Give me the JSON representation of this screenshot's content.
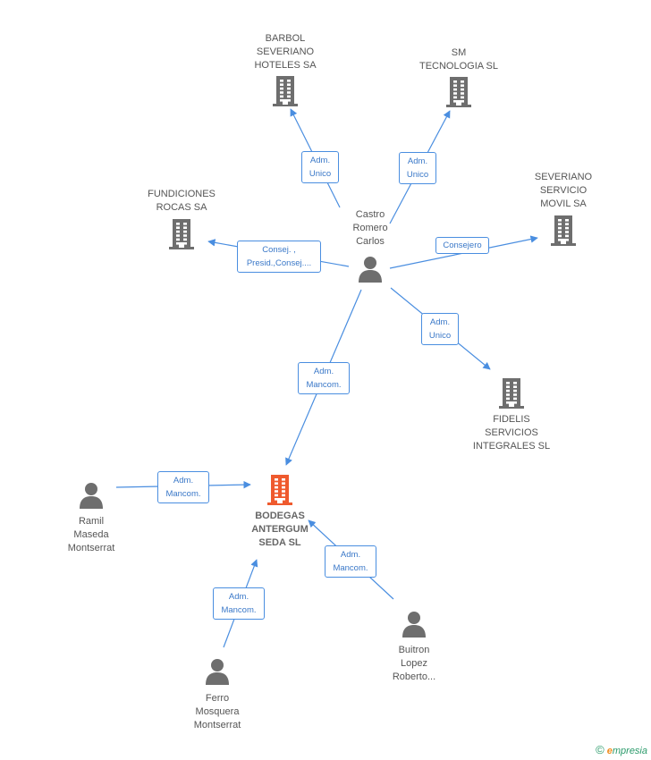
{
  "colors": {
    "edge": "#4a8ee0",
    "company": "#6e6e6e",
    "center": "#ef5a2e",
    "person": "#6e6e6e"
  },
  "nodes": [
    {
      "id": "barbol",
      "type": "company",
      "lines": [
        "BARBOL",
        "SEVERIANO",
        "HOTELES SA"
      ],
      "icon": "building-icon"
    },
    {
      "id": "sm",
      "type": "company",
      "lines": [
        "SM",
        "TECNOLOGIA SL"
      ],
      "icon": "building-icon"
    },
    {
      "id": "fundiciones",
      "type": "company",
      "lines": [
        "FUNDICIONES",
        "ROCAS SA"
      ],
      "icon": "building-icon"
    },
    {
      "id": "severiano",
      "type": "company",
      "lines": [
        "SEVERIANO",
        "SERVICIO",
        "MOVIL SA"
      ],
      "icon": "building-icon"
    },
    {
      "id": "castro",
      "type": "person",
      "lines": [
        "Castro",
        "Romero",
        "Carlos"
      ],
      "icon": "person-icon"
    },
    {
      "id": "fidelis",
      "type": "company",
      "lines": [
        "FIDELIS",
        "SERVICIOS",
        "INTEGRALES SL"
      ],
      "icon": "building-icon"
    },
    {
      "id": "bodegas",
      "type": "center",
      "lines": [
        "BODEGAS",
        "ANTERGUM",
        "SEDA SL"
      ],
      "icon": "building-icon"
    },
    {
      "id": "ramil",
      "type": "person",
      "lines": [
        "Ramil",
        "Maseda",
        "Montserrat"
      ],
      "icon": "person-icon"
    },
    {
      "id": "buitron",
      "type": "person",
      "lines": [
        "Buitron",
        "Lopez",
        "Roberto..."
      ],
      "icon": "person-icon"
    },
    {
      "id": "ferro",
      "type": "person",
      "lines": [
        "Ferro",
        "Mosquera",
        "Montserrat"
      ],
      "icon": "person-icon"
    }
  ],
  "edges": [
    {
      "from": "castro",
      "to": "barbol",
      "lines": [
        "Adm.",
        "Unico"
      ]
    },
    {
      "from": "castro",
      "to": "sm",
      "lines": [
        "Adm.",
        "Unico"
      ]
    },
    {
      "from": "castro",
      "to": "fundiciones",
      "lines": [
        "Consej. ,",
        "Presid.,Consej...."
      ]
    },
    {
      "from": "castro",
      "to": "severiano",
      "lines": [
        "Consejero"
      ]
    },
    {
      "from": "castro",
      "to": "fidelis",
      "lines": [
        "Adm.",
        "Unico"
      ]
    },
    {
      "from": "castro",
      "to": "bodegas",
      "lines": [
        "Adm.",
        "Mancom."
      ]
    },
    {
      "from": "ramil",
      "to": "bodegas",
      "lines": [
        "Adm.",
        "Mancom."
      ]
    },
    {
      "from": "buitron",
      "to": "bodegas",
      "lines": [
        "Adm.",
        "Mancom."
      ]
    },
    {
      "from": "ferro",
      "to": "bodegas",
      "lines": [
        "Adm.",
        "Mancom."
      ]
    }
  ],
  "footer": {
    "copyright": "©",
    "brand_first": "e",
    "brand_rest": "mpresia"
  }
}
